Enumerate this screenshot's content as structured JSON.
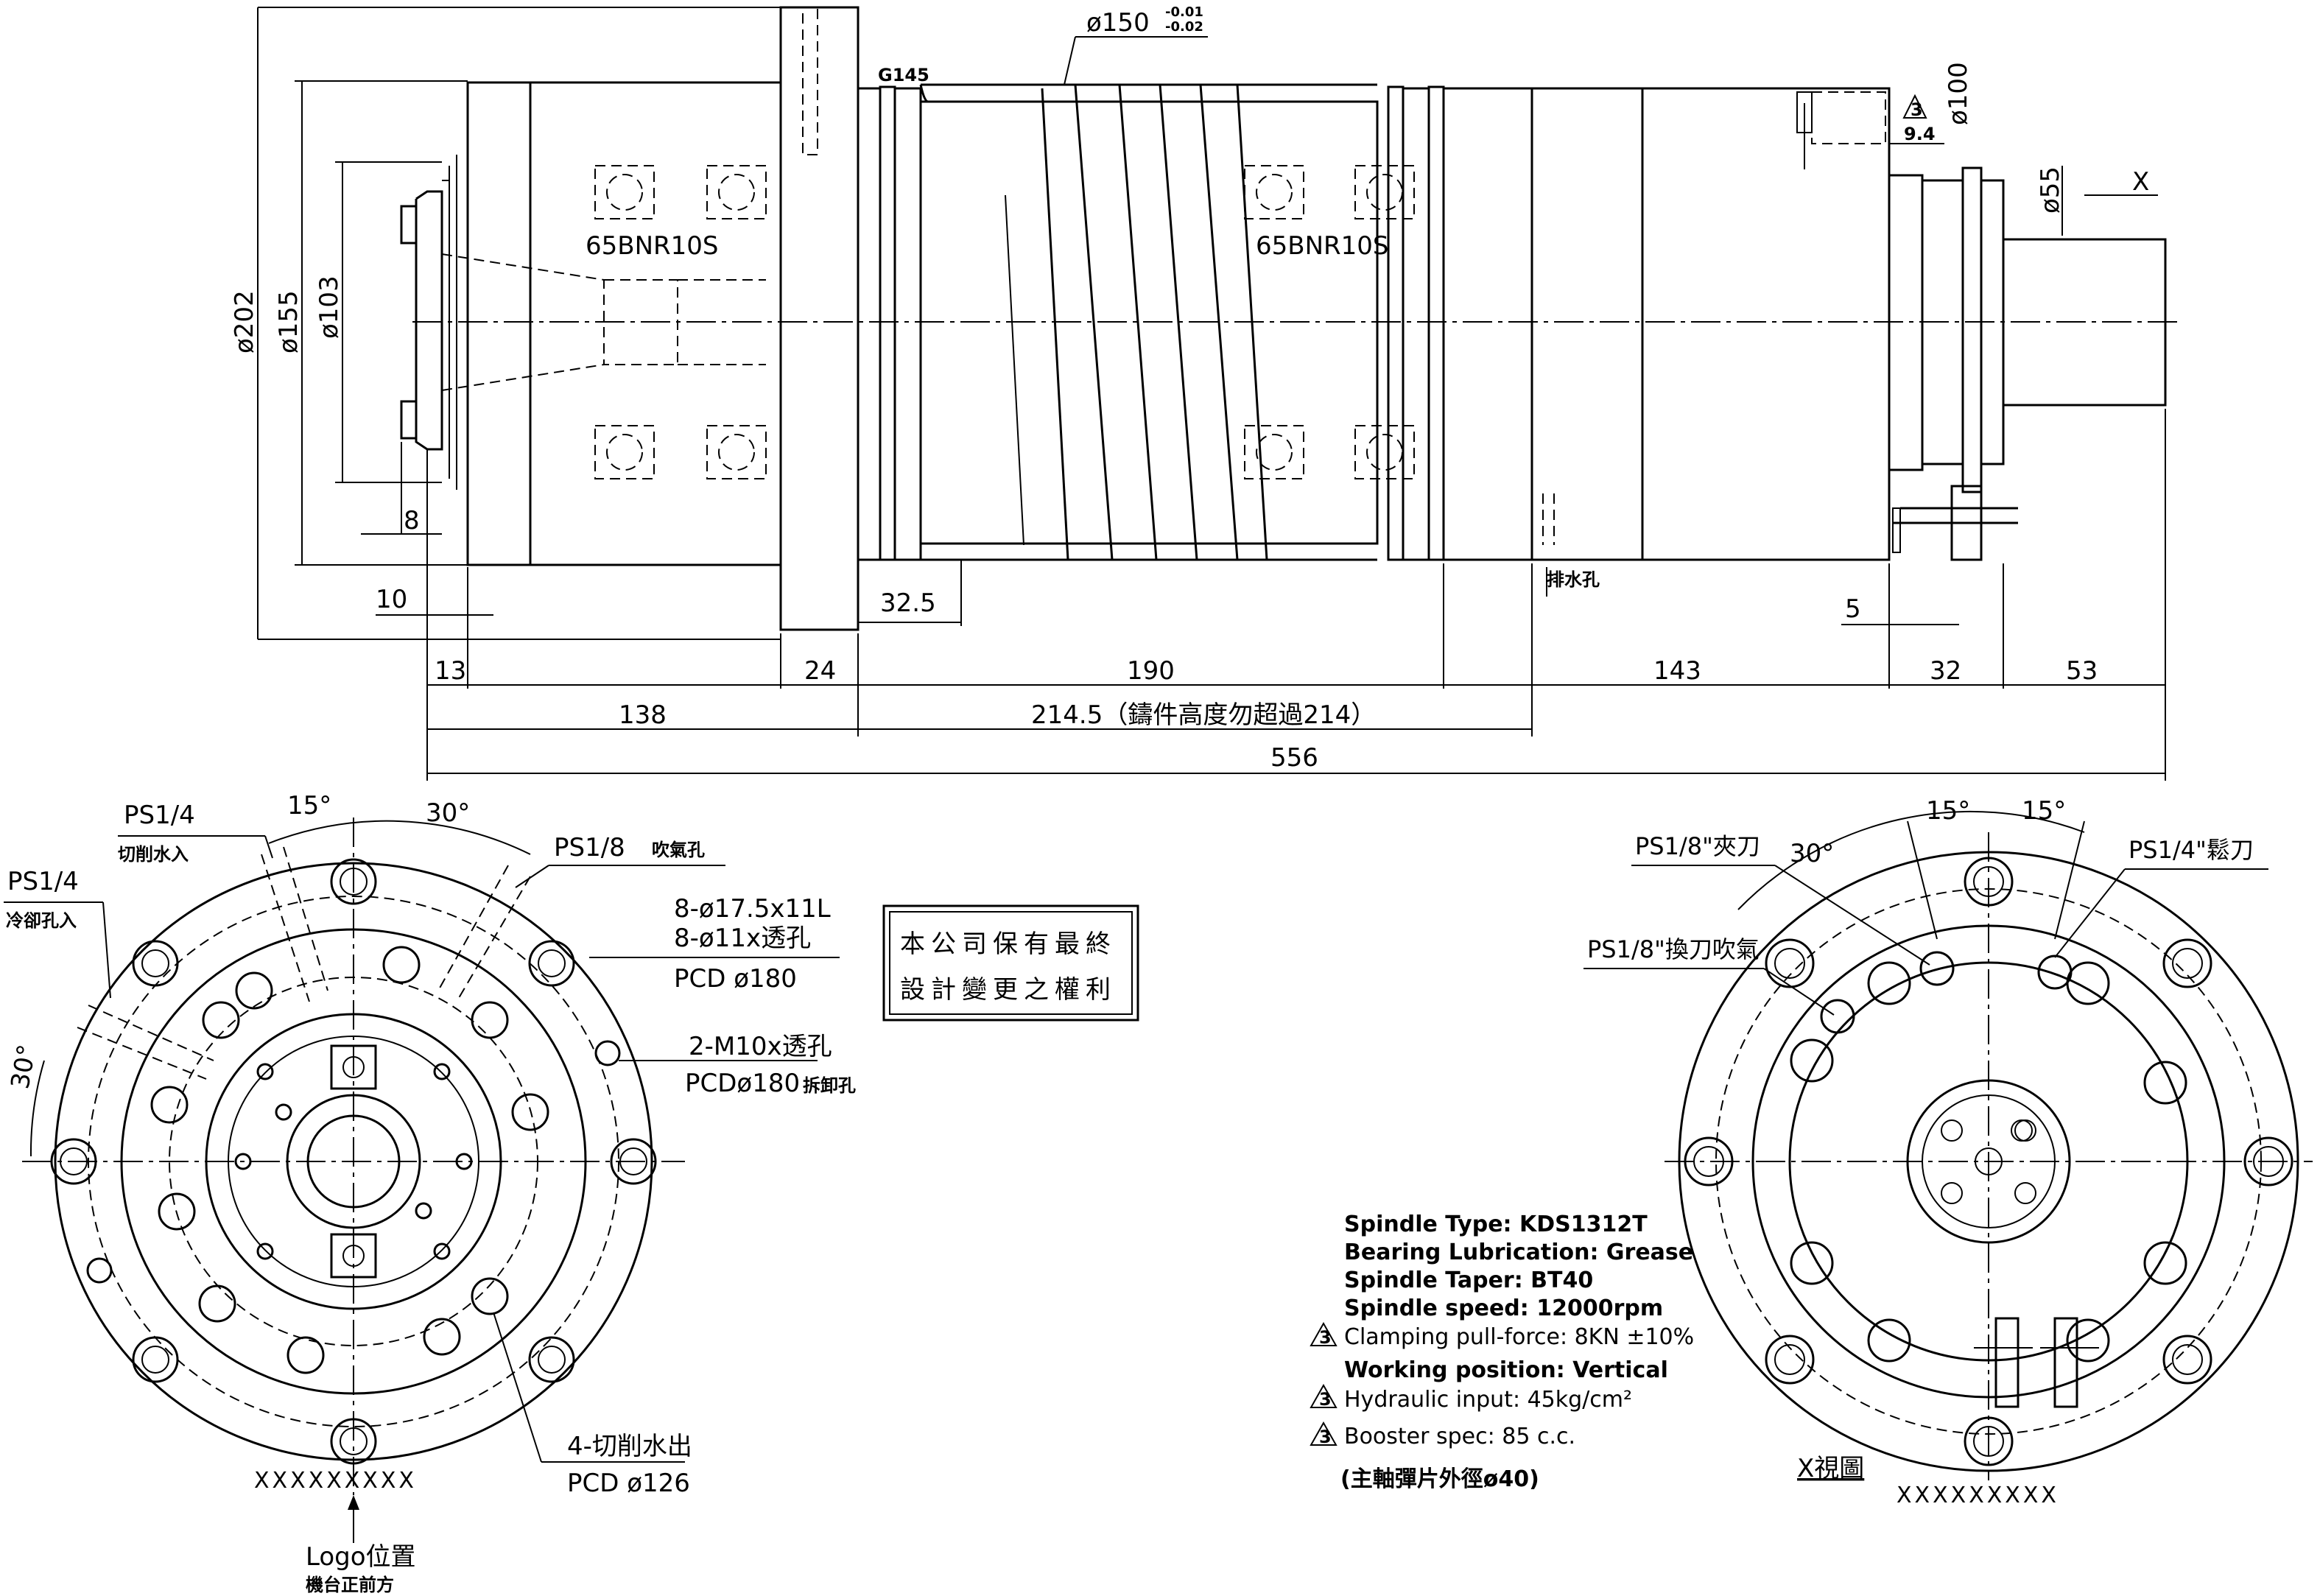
{
  "side_view": {
    "diameter_labels": [
      "ø202",
      "ø155",
      "ø103"
    ],
    "bearing_label_left": "65BNR10S",
    "bearing_label_right": "65BNR10S",
    "top_diameter_main": "ø150",
    "top_diameter_tol_upper": "-0.01",
    "top_diameter_tol_lower": "-0.02",
    "groove_label": "G145",
    "dim_8": "8",
    "dim_10": "10",
    "dim_13": "13",
    "dim_24": "24",
    "dim_32_5": "32.5",
    "dim_190": "190",
    "dim_143": "143",
    "dim_32": "32",
    "dim_53": "53",
    "dim_138": "138",
    "dim_214_5": "214.5（鑄件高度勿超過214）",
    "dim_556": "556",
    "dim_5": "5",
    "dim_9_4": "9.4",
    "dim_100": "ø100",
    "dim_55": "ø55",
    "view_arrow_label": "X",
    "rev_mark": "3",
    "drain_label": "排水孔"
  },
  "left_view": {
    "angle_15": "15°",
    "angle_30_top": "30°",
    "angle_30_left": "30°",
    "ps14_cut_label": "PS1/4",
    "ps14_cut_sub": "切削水入",
    "ps14_cool_label": "PS1/4",
    "ps14_cool_sub": "冷卻孔入",
    "ps18_label": "PS1/8",
    "ps18_sub": "吹氣孔",
    "holes_line1": "8-ø17.5x11L",
    "holes_line2": "8-ø11x透孔",
    "pcd_180": "PCD ø180",
    "m10_line1": "2-M10x透孔",
    "m10_line2_a": "PCDø180",
    "m10_line2_b": "拆卸孔",
    "cut_out_line1": "4-切削水出",
    "cut_out_line2": "PCD ø126",
    "logo_line1": "Logo位置",
    "logo_line2": "機台正前方",
    "x_marks": "XXXXXXXXX"
  },
  "notice_box": {
    "line1": "本公司保有最終",
    "line2": "設計變更之權利"
  },
  "specs": {
    "type": "Spindle Type: KDS1312T",
    "lubrication": "Bearing Lubrication: Grease",
    "taper": "Spindle Taper: BT40",
    "speed": "Spindle speed: 12000rpm",
    "clamping": "Clamping pull-force: 8KN ±10%",
    "position": "Working position: Vertical",
    "hydraulic": "Hydraulic input: 45kg/cm²",
    "booster": "Booster spec: 85 c.c.",
    "collet": "(主軸彈片外徑ø40)",
    "rev_mark": "3"
  },
  "right_view": {
    "angle_15a": "15°",
    "angle_15b": "15°",
    "angle_30": "30°",
    "ps18_clamp": "PS1/8\"夾刀",
    "ps14_release": "PS1/4\"鬆刀",
    "ps18_blow": "PS1/8\"換刀吹氣",
    "title": "X視圖",
    "x_marks": "XXXXXXXXX"
  }
}
